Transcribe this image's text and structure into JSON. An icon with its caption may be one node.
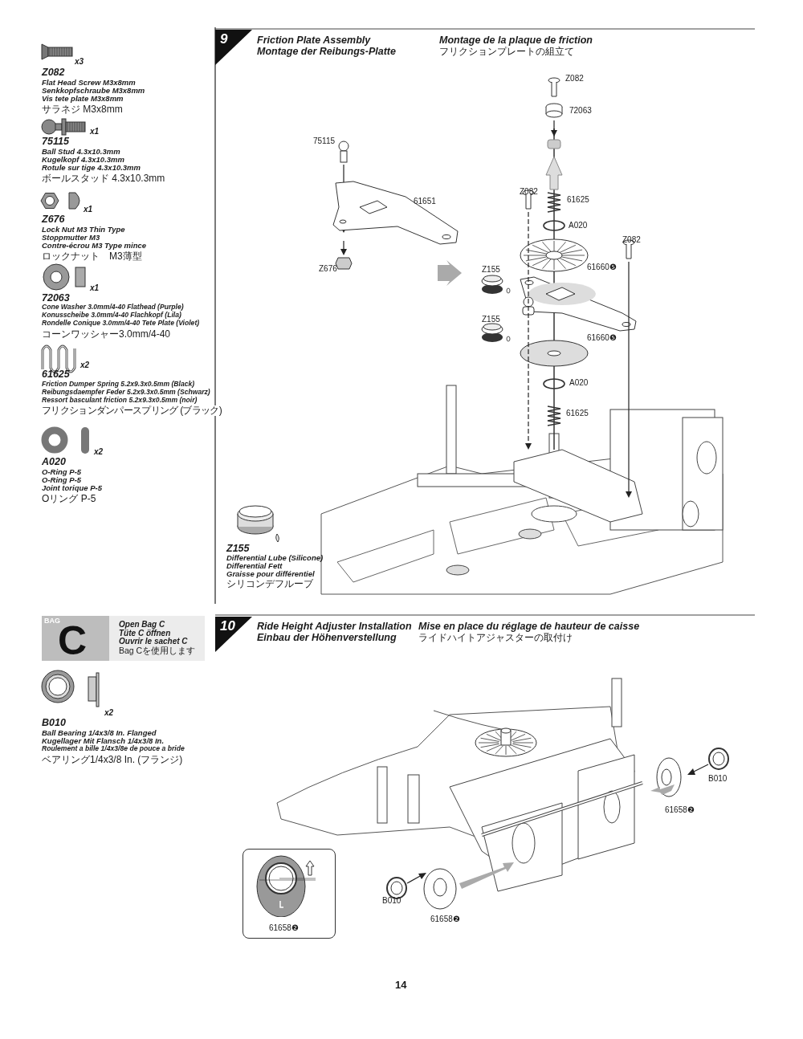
{
  "diagram": {
    "nodes": [
      {
        "text": [
          "9"
        ]
      },
      {
        "text": [
          "BAG",
          "C"
        ]
      },
      {
        "text": [
          "Open Bag C",
          "Tüte C öffnen",
          "Ouvrir le sachet C",
          "Bag Cを使用します"
        ]
      },
      {
        "text": [
          "10"
        ]
      },
      {
        "text": [
          "61658❷"
        ]
      }
    ],
    "labels": [
      "x3",
      "Z082",
      "Flat Head Screw M3x8mm",
      "Senkkopfschraube M3x8mm",
      "Vis tete plate M3x8mm",
      "サラネジ M3x8mm",
      "x1",
      "75115",
      "Ball Stud 4.3x10.3mm",
      "Kugelkopf 4.3x10.3mm",
      "Rotule sur tige 4.3x10.3mm",
      "ボールスタッド 4.3x10.3mm",
      "x1",
      "Z676",
      "Lock Nut M3 Thin Type",
      "Stoppmutter M3",
      "Contre-écrou M3 Type mince",
      "ロックナット　M3薄型",
      "x1",
      "72063",
      "Cone Washer 3.0mm/4-40 Flathead (Purple)",
      "Konusscheibe 3.0mm/4-40 Flachkopf (Lila)",
      "Rondelle Conique 3.0mm/4-40 Tete Plate (Violet)",
      "コーンワッシャー3.0mm/4-40",
      "x2",
      "61625",
      "Friction Dumper Spring 5.2x9.3x0.5mm (Black)",
      "Reibungsdaempfer Feder 5.2x9.3x0.5mm (Schwarz)",
      "Ressort basculant friction 5.2x9.3x0.5mm (noir)",
      "フリクションダンパースプリング (ブラック)",
      "x2",
      "A020",
      "O-Ring P-5",
      "O-Ring P-5",
      "Joint torique P-5",
      "Oリング P-5",
      "Z155",
      "Differential Lube (Silicone)",
      "Differential Fett",
      "Graisse pour différentiel",
      "シリコンデフルーブ",
      "x2",
      "B010",
      "Ball Bearing 1/4x3/8 In. Flanged",
      "Kugellager Mit Flansch 1/4x3/8 In.",
      "Roulement a bille 1/4x3/8e de pouce a bride",
      "ベアリング1/4x3/8 In. (フランジ)",
      "Friction Plate Assembly",
      "Montage der Reibungs-Platte",
      "Montage de la plaque de friction",
      "フリクションプレートの組立て",
      "Z082",
      "72063",
      "75115",
      "61651",
      "Z082",
      "61625",
      "A020",
      "Z082",
      "Z676",
      "61660❺",
      "Z155",
      "Z155",
      "61660❺",
      "A020",
      "61625",
      "Ride Height Adjuster Installation",
      "Einbau der Höhenverstellung",
      "Mise en place du réglage de hauteur de caisse",
      "ライドハイトアジャスターの取付け",
      "B010",
      "61658❷",
      "B010",
      "61658❷",
      "14"
    ]
  }
}
